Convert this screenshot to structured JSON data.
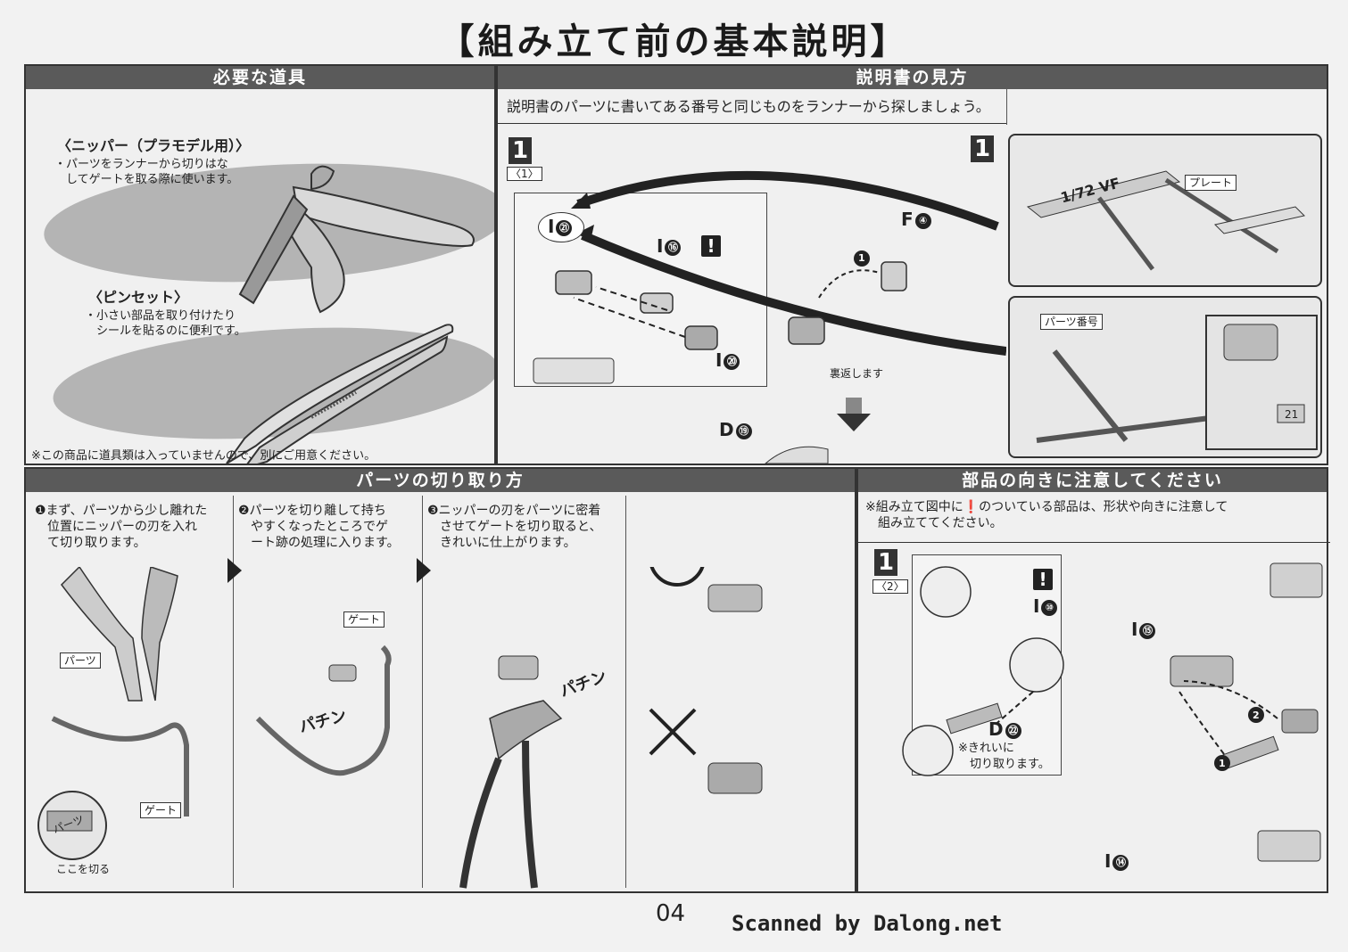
{
  "page_title": "【組み立て前の基本説明】",
  "tools": {
    "header": "必要な道具",
    "nipper_title": "〈ニッパー（プラモデル用）〉",
    "nipper_desc": [
      "・パーツをランナーから切りはな",
      "　してゲートを取る際に使います。"
    ],
    "tweezer_title": "〈ピンセット〉",
    "tweezer_desc": [
      "・小さい部品を取り付けたり",
      "　シールを貼るのに便利です。"
    ],
    "note": "※この商品に道具類は入っていませんので、別にご用意ください。"
  },
  "manual": {
    "header": "説明書の見方",
    "intro": "説明書のパーツに書いてある番号と同じものをランナーから探しましょう。",
    "step_num": "1",
    "substep": "〈1〉",
    "parts": {
      "i21": "I",
      "i21n": "㉑",
      "i16": "I",
      "i16n": "⑯",
      "i20": "I",
      "i20n": "⑳",
      "f4": "F",
      "f4n": "④",
      "d19": "D",
      "d19n": "⑲"
    },
    "flip_label": "裏返します",
    "plate_label": "プレート",
    "partnum_label": "パーツ番号",
    "warn_mark": "!",
    "plate_text": "1/72 VF",
    "tag21": "21",
    "circle1": "1"
  },
  "cutting": {
    "header": "パーツの切り取り方",
    "steps": [
      {
        "lines": [
          "❶まず、パーツから少し離れた",
          "　位置にニッパーの刃を入れ",
          "　て切り取ります。"
        ]
      },
      {
        "lines": [
          "❷パーツを切り離して持ち",
          "　やすくなったところでゲ",
          "　ート跡の処理に入ります。"
        ]
      },
      {
        "lines": [
          "❸ニッパーの刃をパーツに密着",
          "　させてゲートを切り取ると、",
          "　きれいに仕上がります。"
        ]
      }
    ],
    "label_parts": "パーツ",
    "label_gate": "ゲート",
    "label_gate2": "ゲート",
    "label_cut_here": "ここを切る",
    "label_parts_zoom": "パーツ",
    "sfx1": "パチン",
    "sfx2": "パチン",
    "good_mark": "○",
    "bad_mark": "×"
  },
  "orientation": {
    "header": "部品の向きに注意してください",
    "note_lines": [
      "※組み立て図中に❗のついている部品は、形状や向きに注意して",
      "　組み立ててください。"
    ],
    "step_num": "1",
    "substep": "〈2〉",
    "parts": {
      "i10": "I",
      "i10n": "⑩",
      "i15": "I",
      "i15n": "⑮",
      "d22": "D",
      "d22n": "㉒",
      "i14": "I",
      "i14n": "⑭"
    },
    "neat_cut": [
      "※きれいに",
      "　切り取ります。"
    ],
    "warn_mark": "!",
    "circle1": "1",
    "circle2": "2"
  },
  "footer": {
    "page_num": "04",
    "credit": "Scanned by Dalong.net"
  }
}
